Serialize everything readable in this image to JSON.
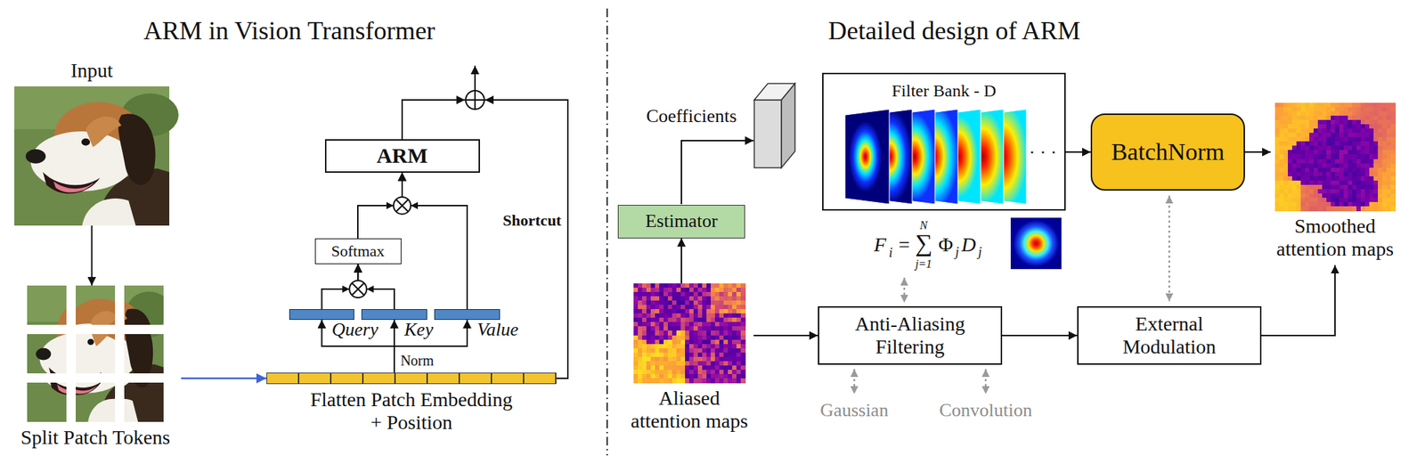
{
  "diagram": {
    "nodes": [
      {
        "text": [
          "Input"
        ]
      },
      {
        "text": [
          "Split Patch Tokens"
        ]
      },
      {
        "text": [
          "Flatten Patch Embedding + Position"
        ]
      },
      {
        "text": [
          "Query"
        ]
      },
      {
        "text": [
          "Key"
        ]
      },
      {
        "text": [
          "Value"
        ]
      },
      {
        "text": [
          "Softmax"
        ]
      },
      {
        "text": [
          "ARM"
        ]
      },
      {
        "text": [
          "Aliased attention maps"
        ]
      },
      {
        "text": [
          "Estimator"
        ]
      },
      {
        "text": [
          "Filter Bank - D"
        ]
      },
      {
        "text": [
          "BatchNorm"
        ]
      },
      {
        "text": [
          "Smoothed attention maps"
        ]
      },
      {
        "text": [
          "Anti-Aliasing Filtering"
        ]
      },
      {
        "text": [
          "External Modulation"
        ]
      }
    ],
    "edges": [
      {
        "from": 0,
        "to": 1,
        "arrow": "to"
      },
      {
        "from": 1,
        "to": 2,
        "arrow": "to"
      },
      {
        "from": 2,
        "to": 3,
        "arrow": "to"
      },
      {
        "from": 2,
        "to": 4,
        "arrow": "to"
      },
      {
        "from": 2,
        "to": 5,
        "arrow": "to"
      },
      {
        "from": 3,
        "to": 6,
        "arrow": "to"
      },
      {
        "from": 4,
        "to": 6,
        "arrow": "to"
      },
      {
        "from": 6,
        "to": 7,
        "arrow": "to"
      },
      {
        "from": 5,
        "to": 7,
        "arrow": "to"
      },
      {
        "from": 8,
        "to": 9,
        "arrow": "to"
      },
      {
        "from": 8,
        "to": 13,
        "arrow": "to"
      },
      {
        "from": 13,
        "to": 14,
        "arrow": "to"
      },
      {
        "from": 14,
        "to": 12,
        "arrow": "to"
      },
      {
        "from": 10,
        "to": 11,
        "arrow": "to"
      },
      {
        "from": 11,
        "to": 12,
        "arrow": "to"
      }
    ],
    "labels": [
      "ARM in Vision Transformer",
      "Detailed design of ARM",
      "Norm",
      "Shortcut",
      "Coefficients",
      "F",
      "i",
      "=",
      "N",
      "∑",
      "j=1",
      "Φ",
      "j",
      "D",
      "j",
      "· · ·",
      "Gaussian",
      "Convolution"
    ]
  }
}
